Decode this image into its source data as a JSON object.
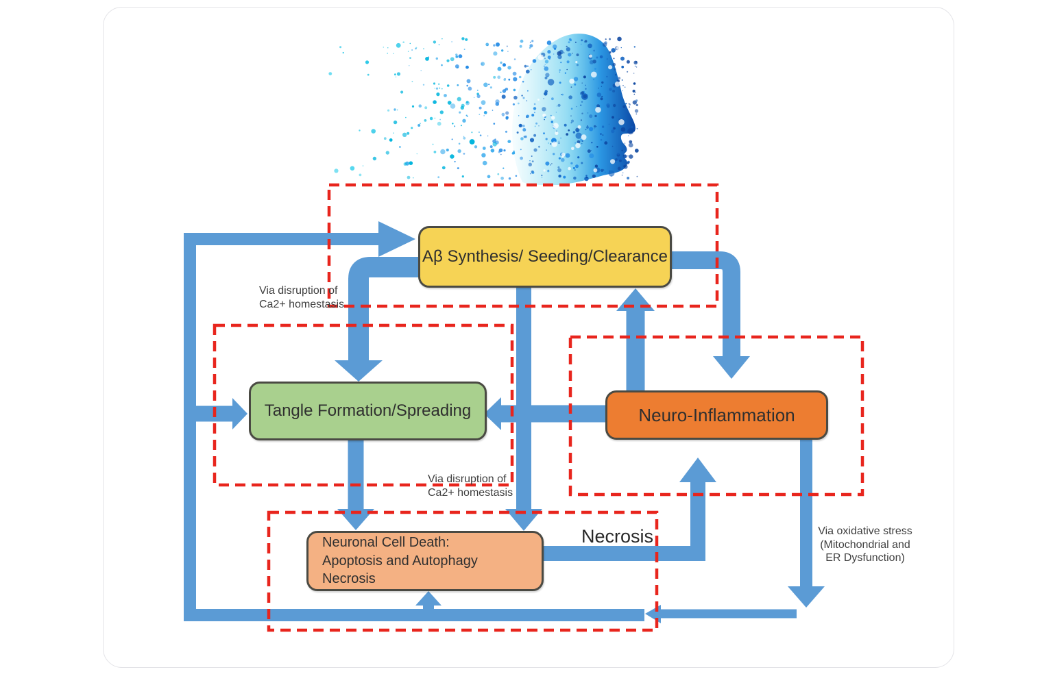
{
  "figure": {
    "title_context": "pathology feedback diagram",
    "boxes": {
      "abeta": {
        "label": "Aβ Synthesis/ Seeding/Clearance",
        "fill": "#F6D355"
      },
      "tangle": {
        "label": "Tangle Formation/Spreading",
        "fill": "#A9D08E"
      },
      "neuro": {
        "label": "Neuro-Inflammation",
        "fill": "#ED7D31"
      },
      "death": {
        "lines": [
          "Neuronal Cell Death:",
          "Apoptosis and Autophagy",
          "Necrosis"
        ],
        "fill": "#F4B183"
      }
    },
    "annotations": {
      "ca_upper": {
        "lines": [
          "Via disruption of",
          "Ca2+ homestasis"
        ]
      },
      "ca_lower": {
        "lines": [
          "Via disruption of",
          "Ca2+ homestasis"
        ]
      },
      "necrosis": {
        "label": "Necrosis"
      },
      "oxidative": {
        "lines": [
          "Via oxidative stress",
          "(Mitochondrial and",
          "ER Dysfunction)"
        ]
      }
    },
    "colors": {
      "arrow": "#5B9BD5",
      "dashed_border": "#E8251D",
      "box_border": "#4A4A43",
      "annotation_text": "#3F3F3F",
      "head_particles_light": "#53D7EF",
      "head_particles_dark": "#0D47A1"
    },
    "header_image": "particle-dissolve-face-profile"
  }
}
